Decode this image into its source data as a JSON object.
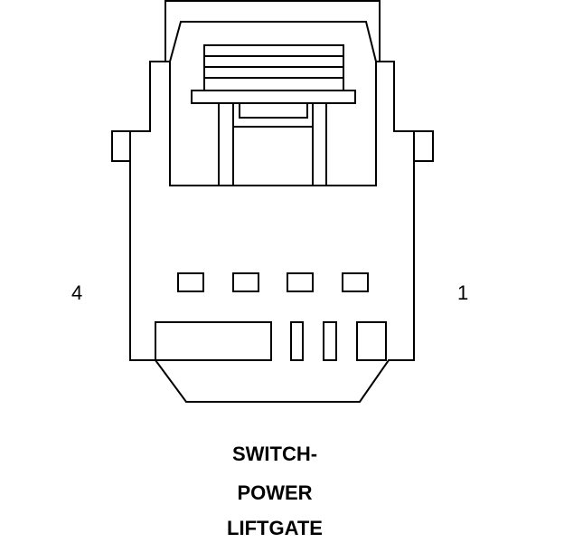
{
  "pins": {
    "left": "4",
    "right": "1"
  },
  "caption": {
    "line1": "SWITCH-",
    "line2": "POWER",
    "line3": "LIFTGATE"
  },
  "colors": {
    "stroke": "#000000",
    "background": "#ffffff"
  }
}
